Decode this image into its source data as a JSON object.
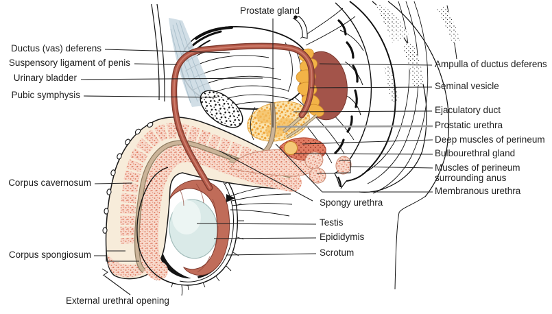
{
  "figure": {
    "description": "Sagittal view anatomical diagram of the male reproductive system",
    "background_color": "#ffffff",
    "label_color": "#1e1e1e",
    "leader_line_color": "#1e1e1e",
    "highlight_leader_color": "#9b9b9b"
  },
  "labels": {
    "prostate_gland": "Prostate gland",
    "ductus_vas_deferens": "Ductus (vas) deferens",
    "suspensory_ligament": "Suspensory ligament of penis",
    "urinary_bladder": "Urinary bladder",
    "pubic_symphysis": "Pubic symphysis",
    "corpus_cavernosum": "Corpus cavernosum",
    "corpus_spongiosum": "Corpus spongiosum",
    "external_urethral_opening": "External urethral opening",
    "ampulla_of_ductus_deferens": "Ampulla of ductus deferens",
    "seminal_vesicle": "Seminal vesicle",
    "ejaculatory_duct": "Ejaculatory duct",
    "prostatic_urethra": "Prostatic urethra",
    "deep_muscles_of_perineum": "Deep muscles of perineum",
    "bulbourethral_gland": "Bulbourethral gland",
    "muscles_of_perineum_surrounding_anus": "Muscles of perineum surrounding anus",
    "membranous_urethra": "Membranous urethra",
    "spongy_urethra": "Spongy urethra",
    "testis": "Testis",
    "epididymis": "Epididymis",
    "scrotum": "Scrotum"
  },
  "palette": {
    "erectile_tissue_pink": "#E8907C",
    "gland_orange": "#F2B347",
    "ductus_red": "#B55A49",
    "urethra_tan": "#C9B196",
    "testis_blue": "#DAEAE8",
    "ligament_blue_gray": "#CBD9E2"
  }
}
